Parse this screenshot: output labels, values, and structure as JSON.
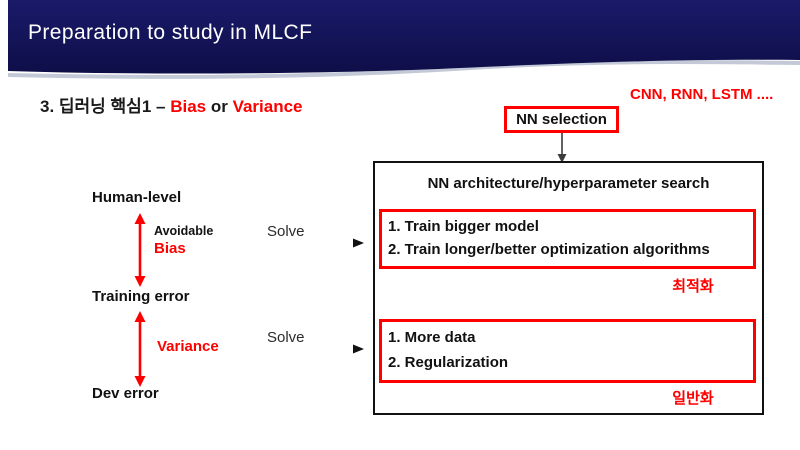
{
  "header": {
    "title": "Preparation to study in MLCF"
  },
  "slide_title": {
    "prefix": "3. 딥러닝 핵심1 – ",
    "bias_word": "Bias",
    "or_word": " or ",
    "variance_word": "Variance"
  },
  "top_right_note": "CNN, RNN, LSTM ....",
  "nn_selection_label": "NN selection",
  "search_box": {
    "title": "NN architecture/hyperparameter search",
    "optimization": {
      "items": [
        "1. Train bigger model",
        "2. Train longer/better optimization algorithms"
      ],
      "caption": "최적화"
    },
    "generalization": {
      "items": [
        "1. More data",
        "2. Regularization"
      ],
      "caption": "일반화"
    }
  },
  "error_ladder": {
    "human_level": "Human-level",
    "training_error": "Training error",
    "dev_error": "Dev error",
    "avoidable_label": "Avoidable",
    "bias_label": "Bias",
    "variance_label": "Variance",
    "solve_top": "Solve",
    "solve_bottom": "Solve"
  },
  "colors": {
    "accent_red": "#ff0000",
    "header_navy_top": "#15155e",
    "header_navy_bottom": "#0e0e48",
    "wave_shadow_gray": "#c3c9d6",
    "text_black": "#111111",
    "header_text_white": "#ffffff"
  }
}
